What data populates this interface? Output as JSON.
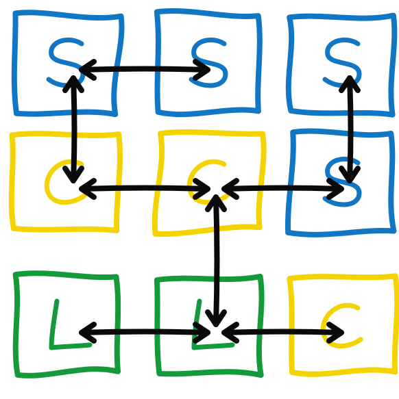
{
  "colors": {
    "blue": "#1177c4",
    "yellow": "#f4d400",
    "green": "#149a3a",
    "arrow": "#0a0a0a"
  },
  "grid": [
    [
      {
        "letter": "S",
        "color": "blue"
      },
      {
        "letter": "S",
        "color": "blue"
      },
      {
        "letter": "S",
        "color": "blue"
      }
    ],
    [
      {
        "letter": "C",
        "color": "yellow"
      },
      {
        "letter": "C",
        "color": "yellow"
      },
      {
        "letter": "S",
        "color": "blue"
      }
    ],
    [
      {
        "letter": "L",
        "color": "green"
      },
      {
        "letter": "L",
        "color": "green"
      },
      {
        "letter": "C",
        "color": "yellow"
      }
    ]
  ],
  "connections": [
    {
      "from": [
        0,
        0
      ],
      "to": [
        0,
        1
      ],
      "bidirectional": true
    },
    {
      "from": [
        0,
        0
      ],
      "to": [
        1,
        0
      ],
      "bidirectional": true
    },
    {
      "from": [
        0,
        2
      ],
      "to": [
        1,
        2
      ],
      "bidirectional": true
    },
    {
      "from": [
        1,
        0
      ],
      "to": [
        1,
        1
      ],
      "bidirectional": true
    },
    {
      "from": [
        1,
        1
      ],
      "to": [
        1,
        2
      ],
      "bidirectional": true
    },
    {
      "from": [
        1,
        1
      ],
      "to": [
        2,
        1
      ],
      "bidirectional": true
    },
    {
      "from": [
        2,
        0
      ],
      "to": [
        2,
        1
      ],
      "bidirectional": true
    },
    {
      "from": [
        2,
        1
      ],
      "to": [
        2,
        2
      ],
      "bidirectional": true
    }
  ]
}
